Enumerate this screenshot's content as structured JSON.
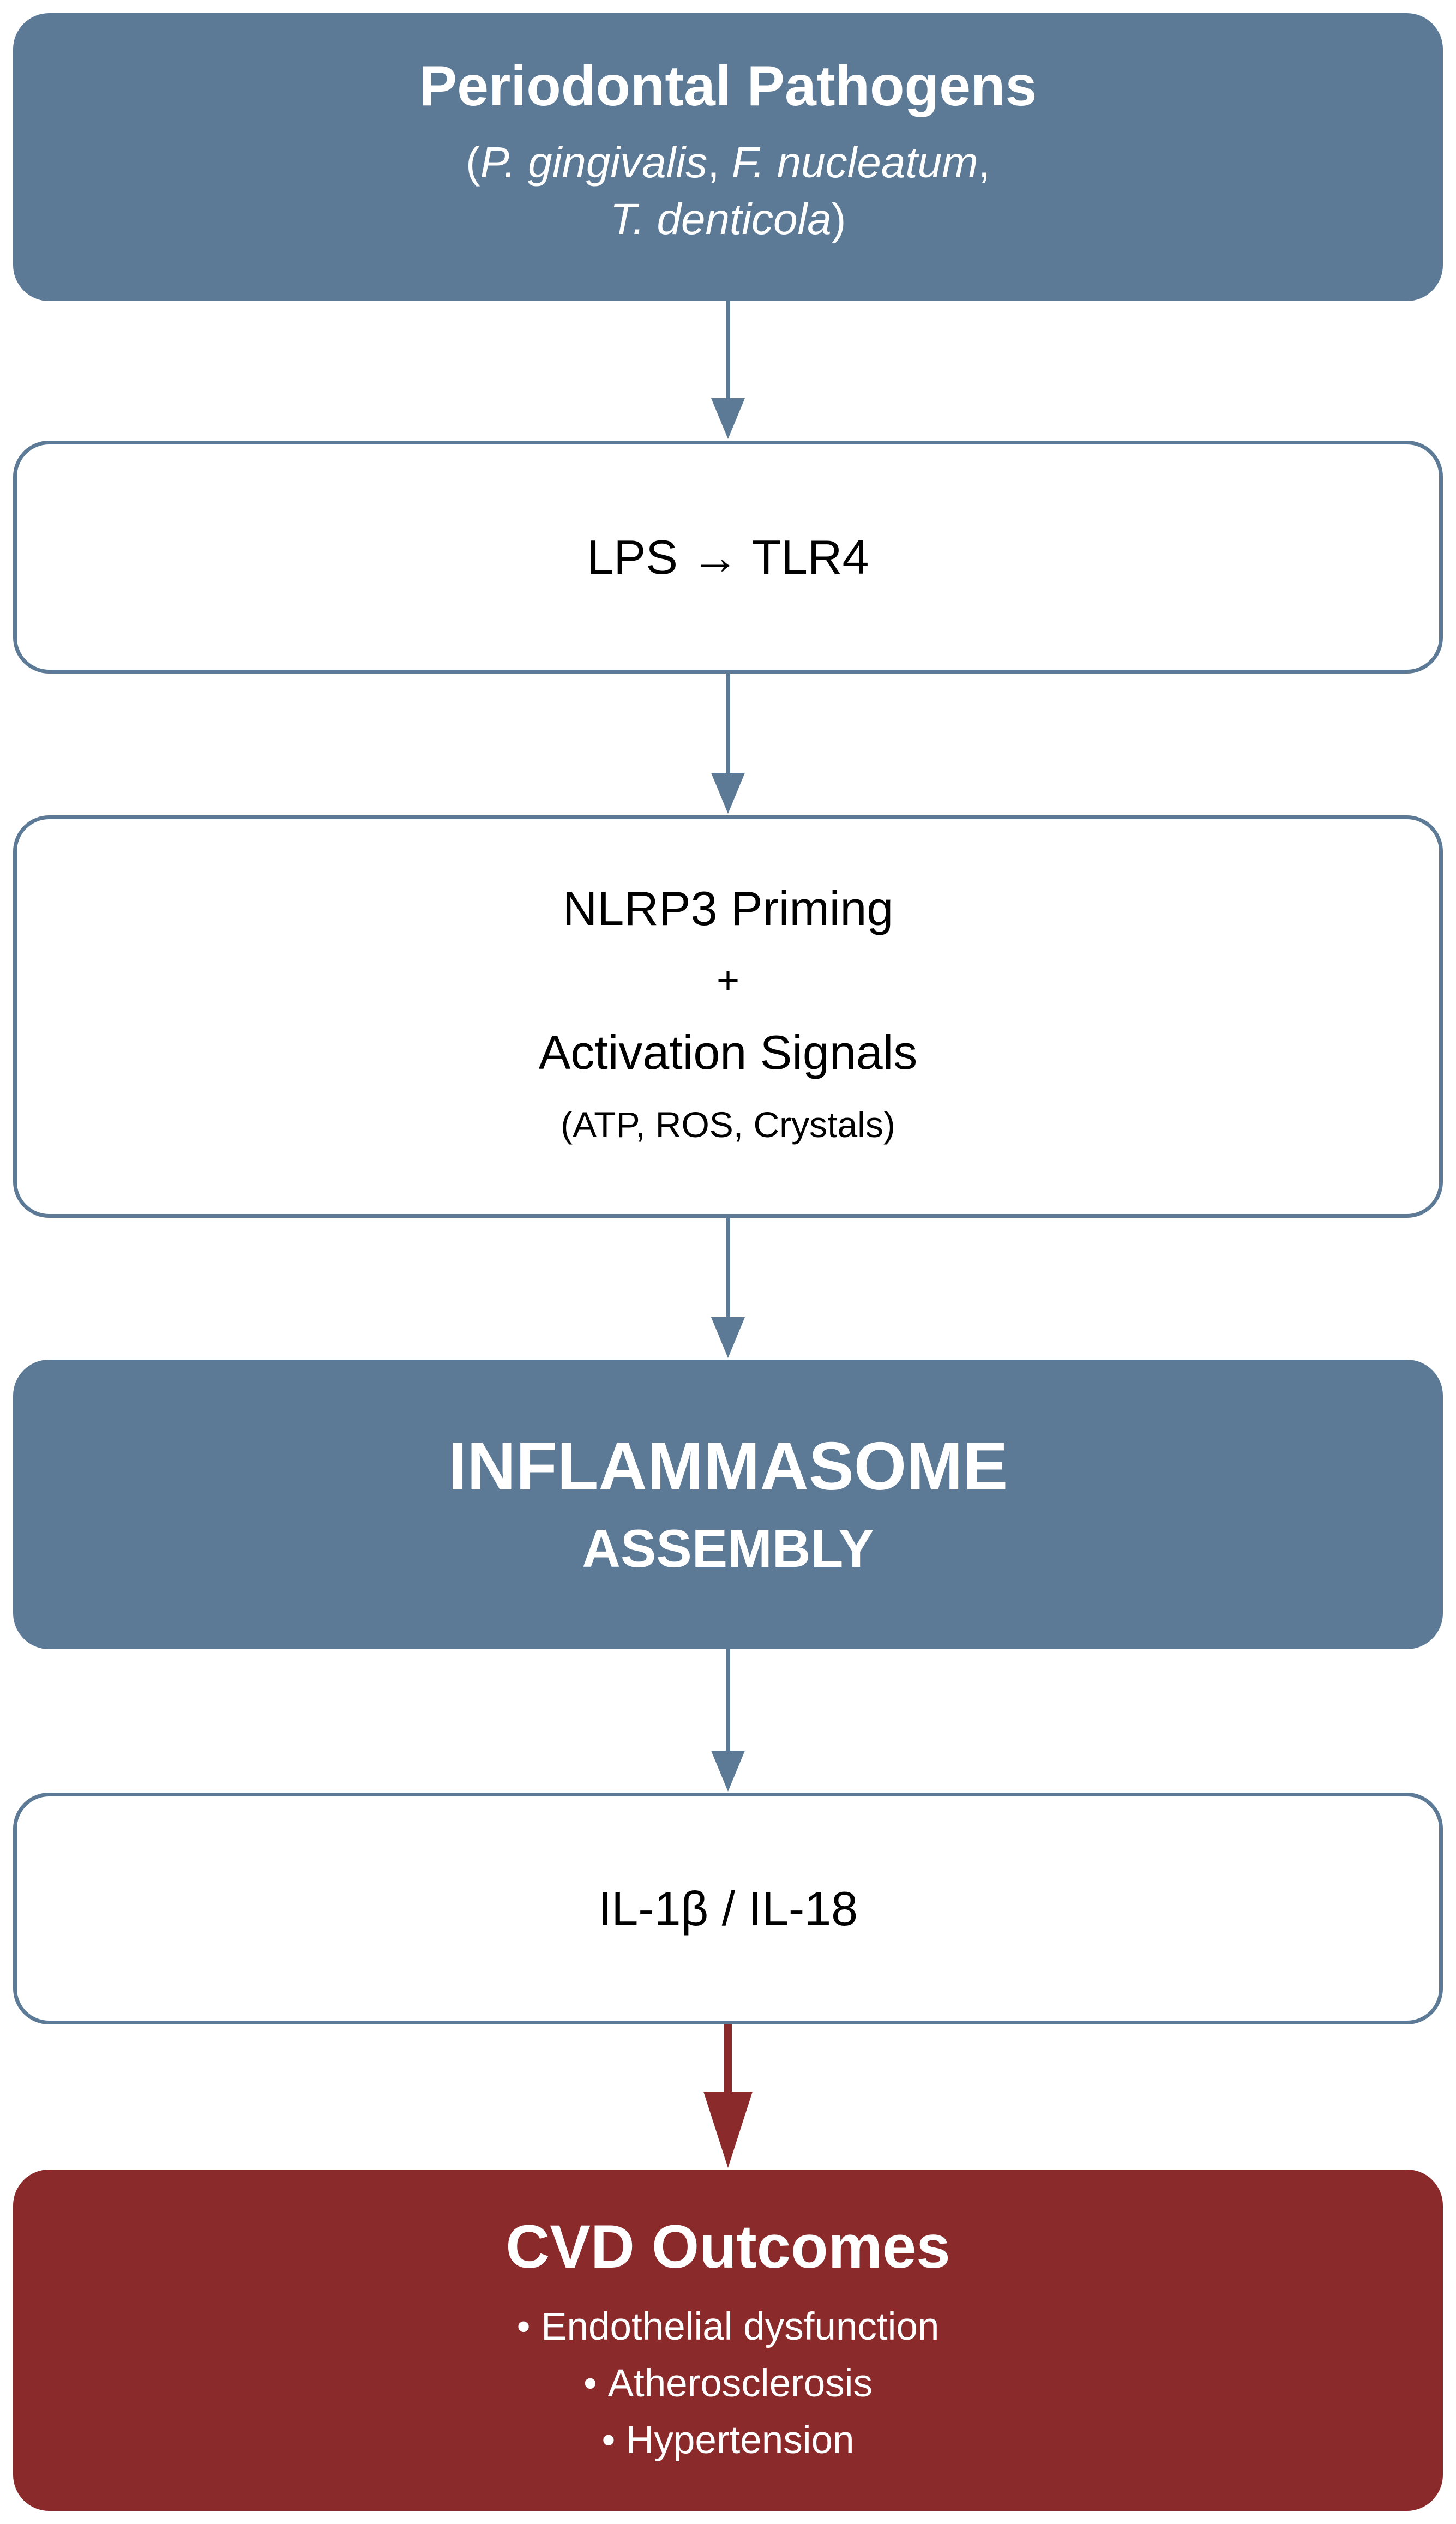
{
  "nodes": {
    "pathogens": {
      "title": "Periodontal Pathogens",
      "open_paren": "(",
      "species_1": "P. gingivalis",
      "comma_1": ", ",
      "species_2": "F. nucleatum",
      "comma_2": ",",
      "species_3": "T. denticola",
      "close_paren": ")"
    },
    "lps_tlr4": {
      "label": "LPS → TLR4"
    },
    "nlrp3": {
      "line1": "NLRP3 Priming",
      "plus": "+",
      "line2": "Activation Signals",
      "examples": "(ATP, ROS, Crystals)"
    },
    "inflammasome": {
      "line1": "INFLAMMASOME",
      "line2": "ASSEMBLY"
    },
    "cytokines": {
      "label": "IL-1β / IL-18"
    },
    "cvd": {
      "title": "CVD Outcomes",
      "items": [
        "Endothelial dysfunction",
        "Atherosclerosis",
        "Hypertension"
      ]
    }
  },
  "colors": {
    "primary": "#5c7a96",
    "danger": "#8b2a2b",
    "node_fill": "#ffffff",
    "text_dark": "#000000",
    "text_light": "#ffffff"
  }
}
